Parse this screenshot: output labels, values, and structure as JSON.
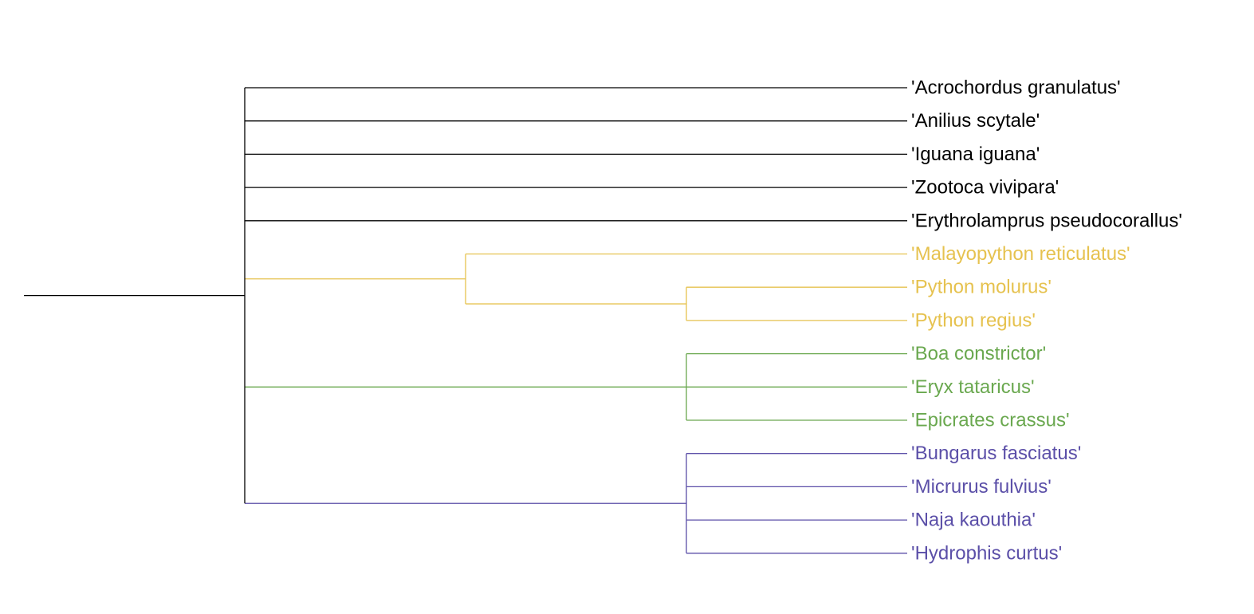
{
  "colors": {
    "default": "#000000",
    "pythonidae": "#e6c24f",
    "boidae": "#6aa84f",
    "elapidae": "#5b4fa8"
  },
  "leaves": [
    {
      "label": "'Acrochordus granulatus'",
      "color": "#000000"
    },
    {
      "label": "'Anilius scytale'",
      "color": "#000000"
    },
    {
      "label": "'Iguana iguana'",
      "color": "#000000"
    },
    {
      "label": "'Zootoca vivipara'",
      "color": "#000000"
    },
    {
      "label": "'Erythrolamprus pseudocorallus'",
      "color": "#000000"
    },
    {
      "label": "'Malayopython reticulatus'",
      "color": "#e6c24f"
    },
    {
      "label": "'Python molurus'",
      "color": "#e6c24f"
    },
    {
      "label": "'Python regius'",
      "color": "#e6c24f"
    },
    {
      "label": "'Boa constrictor'",
      "color": "#6aa84f"
    },
    {
      "label": "'Eryx tataricus'",
      "color": "#6aa84f"
    },
    {
      "label": "'Epicrates crassus'",
      "color": "#6aa84f"
    },
    {
      "label": "'Bungarus fasciatus'",
      "color": "#5b4fa8"
    },
    {
      "label": "'Micrurus fulvius'",
      "color": "#5b4fa8"
    },
    {
      "label": "'Naja kaouthia'",
      "color": "#5b4fa8"
    },
    {
      "label": "'Hydrophis curtus'",
      "color": "#5b4fa8"
    }
  ],
  "clades": [
    {
      "color": "#e6c24f",
      "leaves": [
        5,
        6,
        7
      ],
      "structure": [
        5,
        [
          6,
          7
        ]
      ]
    },
    {
      "color": "#6aa84f",
      "leaves": [
        8,
        9,
        10
      ],
      "structure": [
        8,
        9,
        10
      ]
    },
    {
      "color": "#5b4fa8",
      "leaves": [
        11,
        12,
        13,
        14
      ],
      "structure": [
        11,
        12,
        13,
        14
      ]
    }
  ]
}
